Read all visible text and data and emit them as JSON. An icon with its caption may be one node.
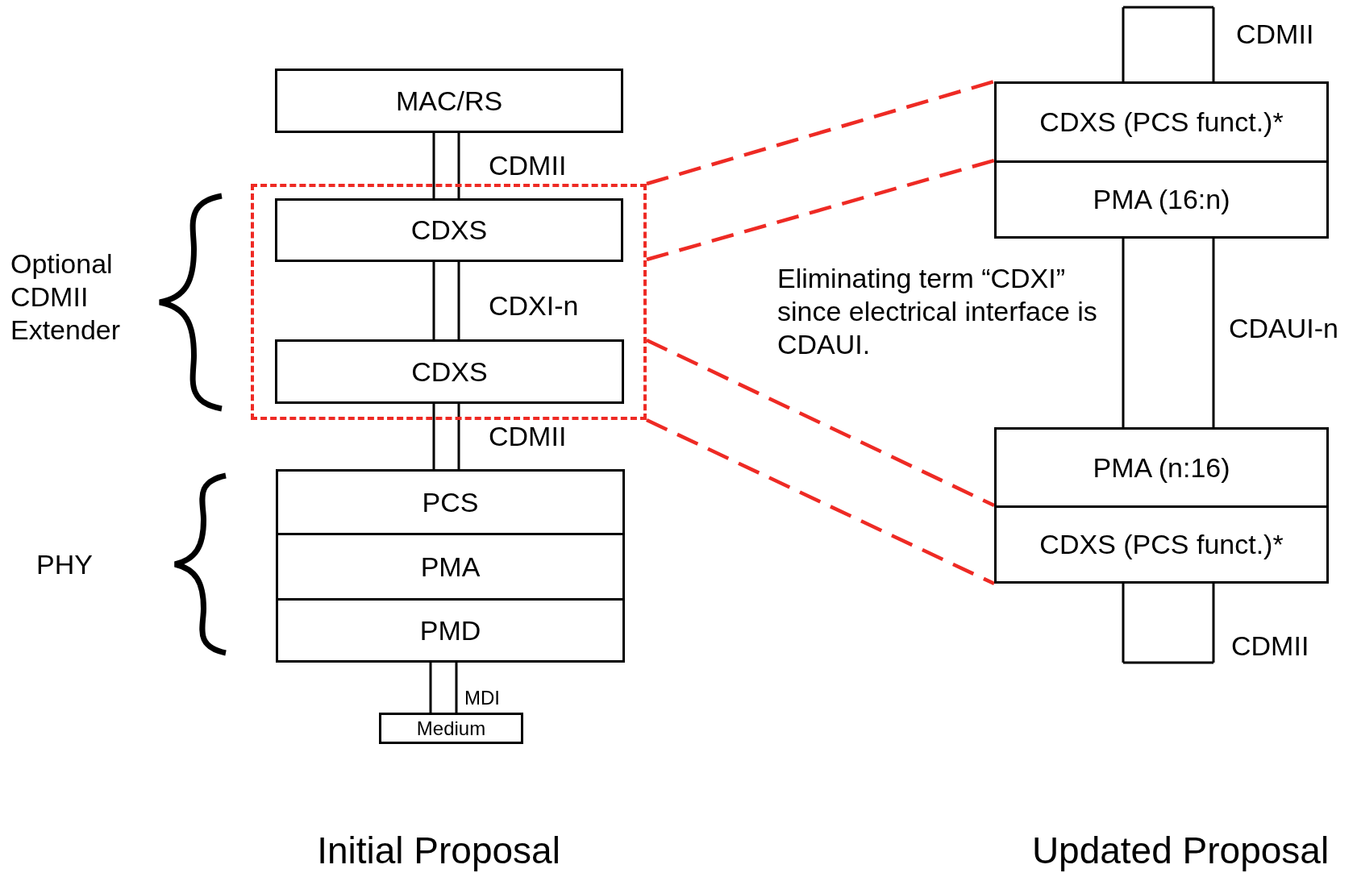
{
  "diagram": {
    "nodes": [
      {
        "text": [
          "MAC/RS"
        ]
      },
      {
        "text": [],
        "shape": "box"
      },
      {
        "text": [
          "CDXS"
        ],
        "in": 1
      },
      {
        "text": [
          "CDXS"
        ],
        "in": 1
      },
      {
        "text": [
          "PCS"
        ]
      },
      {
        "text": [
          "PMA"
        ]
      },
      {
        "text": [
          "PMD"
        ]
      },
      {
        "text": [
          "Medium"
        ]
      },
      {
        "text": [
          "CDXS (PCS funct.)*"
        ]
      },
      {
        "text": [
          "PMA (16:n)"
        ]
      },
      {
        "text": [
          "PMA (n:16)"
        ]
      },
      {
        "text": [
          "CDXS (PCS funct.)*"
        ]
      }
    ],
    "edges": [
      {
        "from": 0,
        "to": 2,
        "arrow": "none",
        "label": "CDMII"
      },
      {
        "from": 2,
        "to": 3,
        "arrow": "none",
        "label": "CDXI-n"
      },
      {
        "from": 3,
        "to": 4,
        "arrow": "none",
        "label": "CDMII"
      },
      {
        "from": 6,
        "to": 7,
        "arrow": "none",
        "label": "MDI"
      },
      {
        "from": null,
        "to": 8,
        "arrow": "none",
        "label": "CDMII"
      },
      {
        "from": 9,
        "to": 10,
        "arrow": "none",
        "label": "CDAUI-n"
      },
      {
        "from": 11,
        "to": null,
        "arrow": "none",
        "label": "CDMII"
      },
      {
        "from": 1,
        "to": 8,
        "arrow": "none",
        "style": "dashed",
        "color": "#ee2a24"
      },
      {
        "from": 1,
        "to": 9,
        "arrow": "none",
        "style": "dashed",
        "color": "#ee2a24"
      },
      {
        "from": 1,
        "to": 10,
        "arrow": "none",
        "style": "dashed",
        "color": "#ee2a24"
      },
      {
        "from": 1,
        "to": 11,
        "arrow": "none",
        "style": "dashed",
        "color": "#ee2a24"
      }
    ],
    "labels": [
      "Optional CDMII Extender",
      "PHY",
      "Eliminating term “CDXI” since electrical interface is CDAUI.",
      "Initial Proposal",
      "Updated Proposal"
    ]
  }
}
